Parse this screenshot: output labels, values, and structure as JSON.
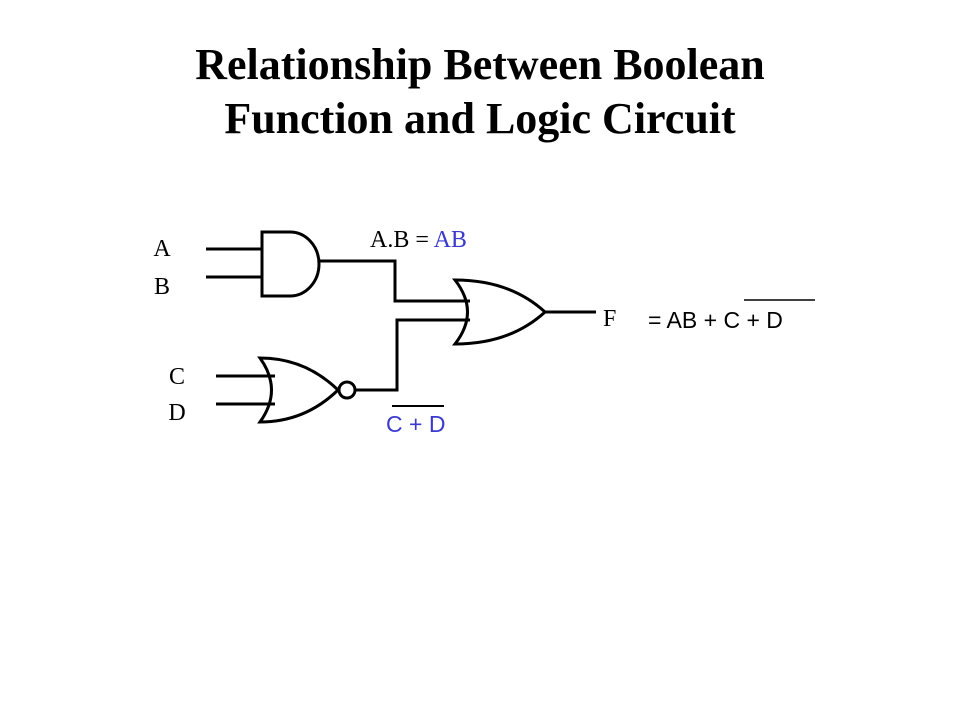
{
  "slide": {
    "title_line1": "Relationship Between Boolean",
    "title_line2": "Function and Logic Circuit"
  },
  "circuit": {
    "inputs": {
      "a": "A",
      "b": "B",
      "c": "C",
      "d": "D"
    },
    "and_output_label": {
      "prefix": "A.B = ",
      "value": "AB"
    },
    "nor_output_label": "C + D",
    "output_label": "F",
    "final_expression": {
      "prefix": "= AB + ",
      "overlined": "C + D"
    },
    "gates": [
      "AND",
      "NOR",
      "OR"
    ]
  },
  "colors": {
    "text": "#000000",
    "highlight": "#3a3acc",
    "wire": "#000000"
  }
}
